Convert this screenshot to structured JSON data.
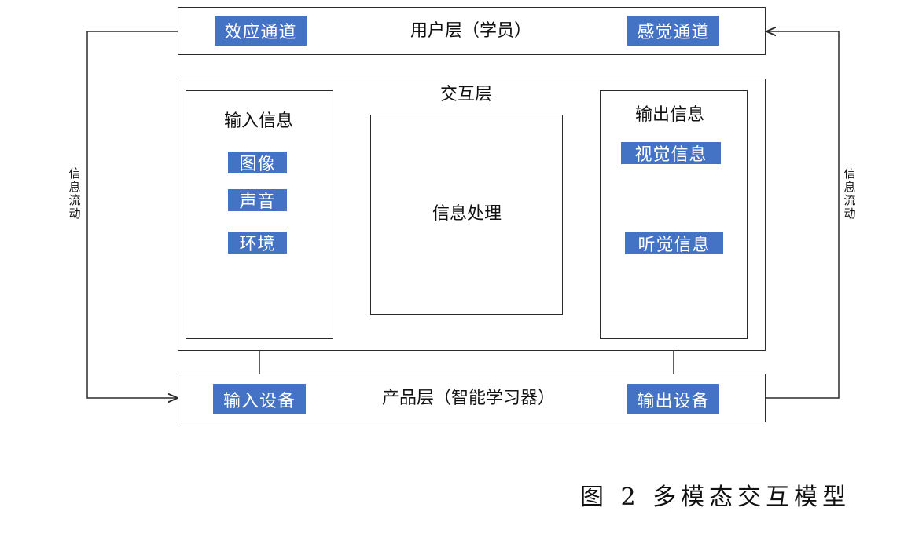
{
  "user_layer": {
    "title": "用户层（学员）",
    "left_tag": "效应通道",
    "right_tag": "感觉通道"
  },
  "interaction_layer": {
    "title": "交互层",
    "input_panel": {
      "title": "输入信息",
      "items": [
        "图像",
        "声音",
        "环境"
      ]
    },
    "process_panel": {
      "title": "信息处理"
    },
    "output_panel": {
      "title": "输出信息",
      "items": [
        "视觉信息",
        "听觉信息"
      ]
    }
  },
  "product_layer": {
    "title": "产品层（智能学习器）",
    "left_tag": "输入设备",
    "right_tag": "输出设备"
  },
  "side_flow": {
    "left_label": "信息流动",
    "right_label": "信息流动"
  },
  "caption": "图 2  多模态交互模型",
  "colors": {
    "tag_fill": "#4472c4",
    "stroke": "#2b2b2b"
  }
}
